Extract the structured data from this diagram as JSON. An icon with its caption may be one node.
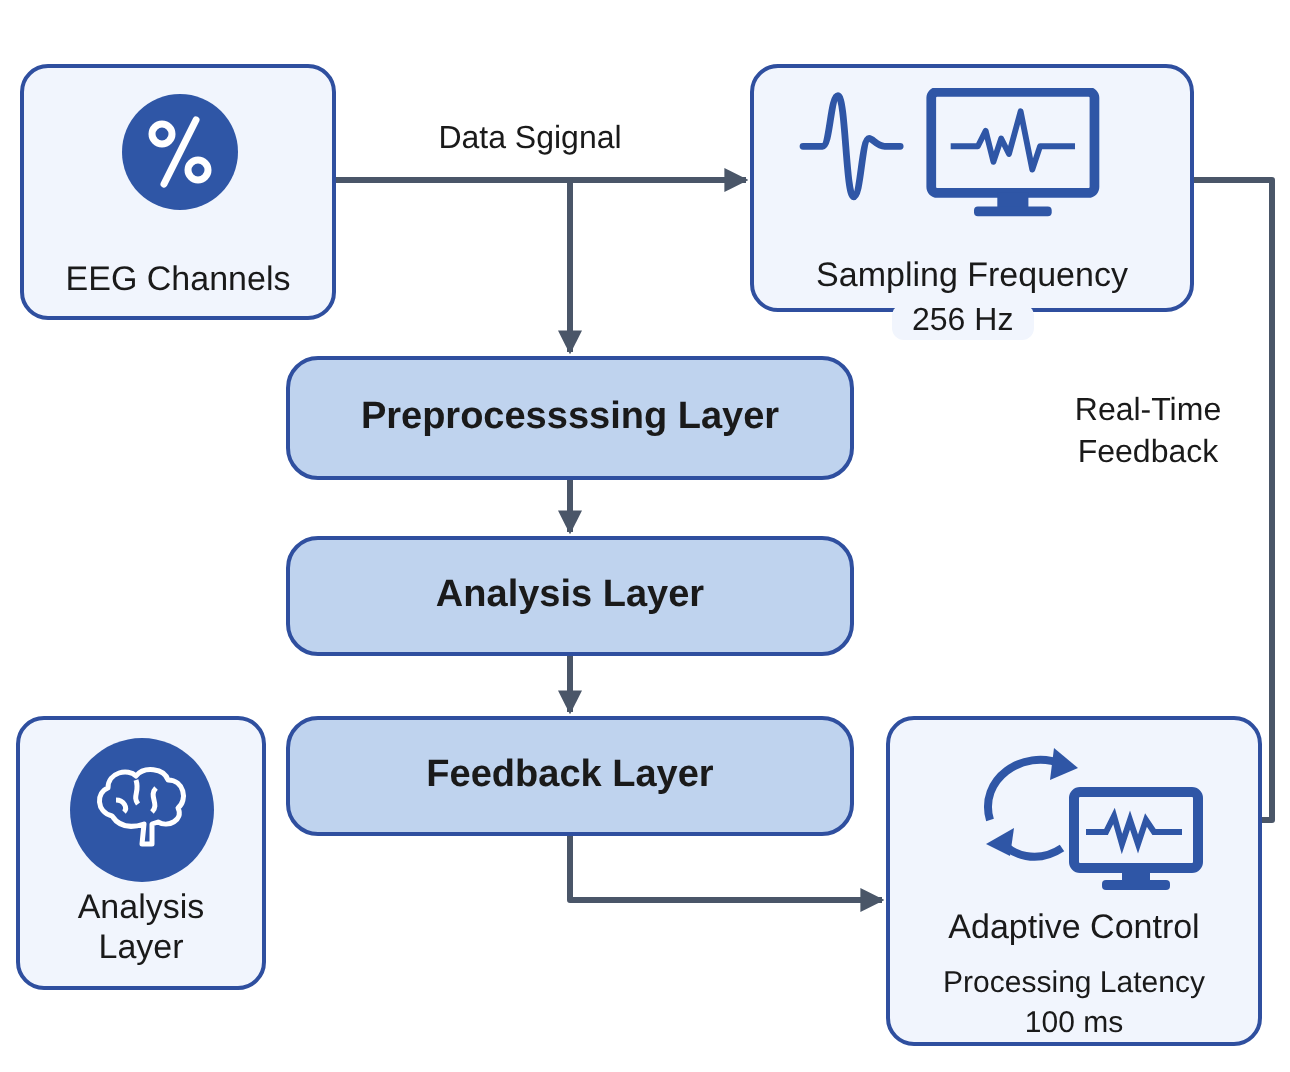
{
  "diagram": {
    "nodes": [
      {
        "text": [
          "EEG Channels"
        ]
      },
      {
        "text": [
          "Sampling Frequency"
        ],
        "beside": [
          "256 Hz"
        ]
      },
      {
        "text": [
          "Preprocessssing Layer"
        ]
      },
      {
        "text": [
          "Analysis Layer"
        ]
      },
      {
        "text": [
          "Feedback Layer"
        ]
      },
      {
        "text": [
          "Analysis Layer"
        ]
      },
      {
        "text": [
          "Adaptive Control",
          "Processing Latency 100 ms"
        ]
      }
    ],
    "edges": [
      {
        "from": 0,
        "to": 1,
        "arrow": "to",
        "label": "Data Sgignal"
      },
      {
        "from": 0,
        "to": 2,
        "arrow": "to"
      },
      {
        "from": 2,
        "to": 3,
        "arrow": "to"
      },
      {
        "from": 3,
        "to": 4,
        "arrow": "to"
      },
      {
        "from": 4,
        "to": 6,
        "arrow": "to"
      },
      {
        "from": 1,
        "to": 6,
        "arrow": "none",
        "label": "Real-Time Feedback"
      }
    ]
  }
}
